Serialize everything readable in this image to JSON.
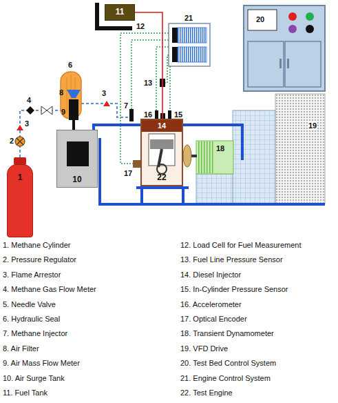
{
  "diagram": {
    "nodes": [
      {
        "text": [
          "11"
        ]
      },
      {
        "text": [
          "22"
        ]
      },
      {
        "text": [
          "14"
        ],
        "in": 1
      },
      {
        "text": [
          "10"
        ]
      },
      {
        "text": [
          "1"
        ]
      }
    ],
    "edges": [
      {
        "from": 0,
        "to": 2,
        "arrow": "none"
      },
      {
        "from": 3,
        "to": 1,
        "arrow": "none"
      }
    ],
    "labels": [
      "12",
      "21",
      "20",
      "6",
      "4",
      "8",
      "13",
      "3",
      "7",
      "9",
      "2",
      "3",
      "16",
      "15",
      "19",
      "18",
      "17",
      "1. Methane Cylinder",
      "2. Pressure Regulator",
      "3. Flame Arrestor",
      "4. Methane Gas Flow Meter",
      "5. Needle Valve",
      "6. Hydraulic Seal",
      "7. Methane Injector",
      "8. Air Filter",
      "9. Air Mass Flow Meter",
      "10. Air Surge Tank",
      "11. Fuel Tank",
      "12. Load Cell for Fuel Measurement",
      "13. Fuel Line Pressure Sensor",
      "14. Diesel Injector",
      "15. In-Cylinder Pressure Sensor",
      "16. Accelerometer",
      "17. Optical Encoder",
      "18. Transient Dynamometer",
      "19. VFD Drive",
      "20. Test Bed Control System",
      "21. Engine Control System",
      "22. Test Engine"
    ]
  }
}
